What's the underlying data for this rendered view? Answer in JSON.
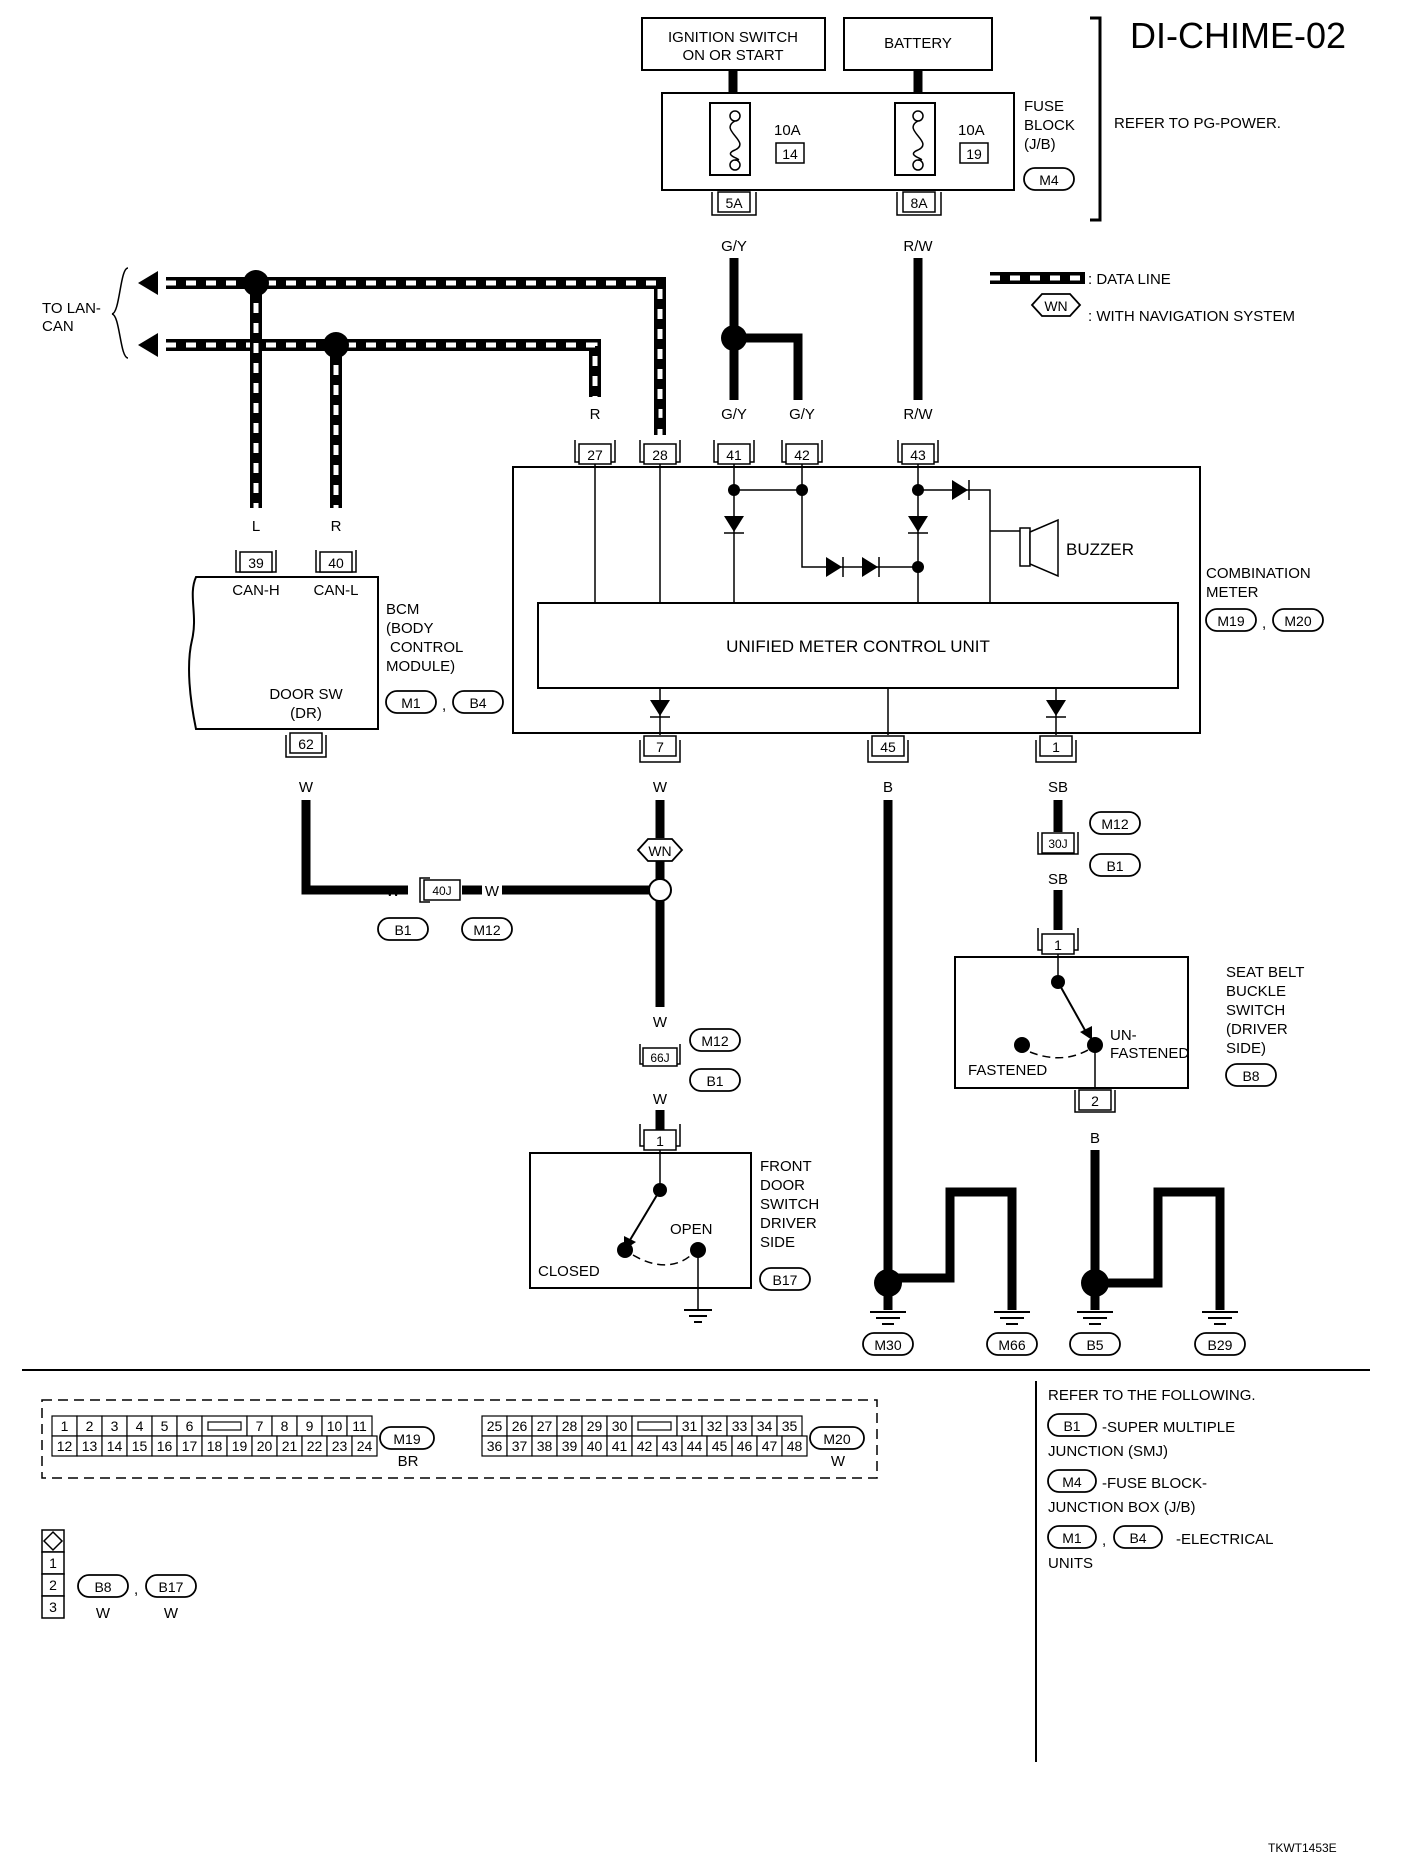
{
  "diagram_id": "DI-CHIME-02",
  "figure_code": "TKWT1453E",
  "power": {
    "ignition": [
      "IGNITION SWITCH",
      "ON OR START"
    ],
    "battery": "BATTERY",
    "fuse_block": [
      "FUSE",
      "BLOCK",
      "(J/B)"
    ],
    "fuse_block_conn": "M4",
    "refer": "REFER TO PG-POWER.",
    "fuse1_amp": "10A",
    "fuse1_no": "14",
    "fuse2_amp": "10A",
    "fuse2_no": "19",
    "fuse1_term": "5A",
    "fuse2_term": "8A"
  },
  "legend": {
    "data_line": ": DATA LINE",
    "wn_tag": "WN",
    "wn": ": WITH NAVIGATION SYSTEM"
  },
  "lan": {
    "label": [
      "TO LAN-",
      "CAN"
    ],
    "l": "L",
    "r": "R"
  },
  "wires": {
    "g_y": "G/Y",
    "r_w": "R/W",
    "r": "R",
    "l": "L",
    "w": "W",
    "b": "B",
    "sb": "SB"
  },
  "combination_meter": {
    "label": [
      "COMBINATION",
      "METER"
    ],
    "connectors": [
      "M19",
      "M20"
    ],
    "unit": "UNIFIED METER CONTROL UNIT",
    "buzzer": "BUZZER",
    "terminals_top": [
      "27",
      "28",
      "41",
      "42",
      "43"
    ],
    "terminals_bottom": [
      "7",
      "45",
      "1"
    ]
  },
  "bcm": {
    "label": [
      "BCM",
      "(BODY",
      "CONTROL",
      "MODULE)"
    ],
    "connectors": [
      "M1",
      "B4"
    ],
    "can_h_term": "39",
    "can_l_term": "40",
    "can_h": "CAN-H",
    "can_l": "CAN-L",
    "door_sw": [
      "DOOR SW",
      "(DR)"
    ],
    "door_term": "62"
  },
  "junctions": {
    "j40": "40J",
    "j40_conns": [
      "B1",
      "M12"
    ],
    "j30": "30J",
    "j30_conns": [
      "M12",
      "B1"
    ],
    "j66": "66J",
    "j66_conns": [
      "M12",
      "B1"
    ]
  },
  "seat_belt": {
    "label": [
      "SEAT BELT",
      "BUCKLE",
      "SWITCH",
      "(DRIVER",
      "SIDE)"
    ],
    "conn": "B8",
    "term_top": "1",
    "term_bottom": "2",
    "fastened": "FASTENED",
    "unfastened": [
      "UN-",
      "FASTENED"
    ]
  },
  "front_door": {
    "label": [
      "FRONT",
      "DOOR",
      "SWITCH",
      "DRIVER",
      "SIDE"
    ],
    "conn": "B17",
    "term": "1",
    "closed": "CLOSED",
    "open": "OPEN"
  },
  "grounds": [
    "M30",
    "M66",
    "B5",
    "B29"
  ],
  "connector_views": {
    "m19_row1": [
      "1",
      "2",
      "3",
      "4",
      "5",
      "6",
      "",
      "7",
      "8",
      "9",
      "10",
      "11"
    ],
    "m19_row2": [
      "12",
      "13",
      "14",
      "15",
      "16",
      "17",
      "18",
      "19",
      "20",
      "21",
      "22",
      "23",
      "24"
    ],
    "m19": "M19",
    "m19_color": "BR",
    "m20_row1": [
      "25",
      "26",
      "27",
      "28",
      "29",
      "30",
      "",
      "31",
      "32",
      "33",
      "34",
      "35"
    ],
    "m20_row2": [
      "36",
      "37",
      "38",
      "39",
      "40",
      "41",
      "42",
      "43",
      "44",
      "45",
      "46",
      "47",
      "48"
    ],
    "m20": "M20",
    "m20_color": "W",
    "small_pins": [
      "1",
      "2",
      "3"
    ],
    "small_conns": [
      "B8",
      "B17"
    ],
    "small_colors": [
      "W",
      "W"
    ]
  },
  "refer_following": {
    "title": "REFER TO THE FOLLOWING.",
    "b1": "B1",
    "b1_text": [
      "-SUPER MULTIPLE",
      "JUNCTION (SMJ)"
    ],
    "m4": "M4",
    "m4_text": [
      "-FUSE BLOCK-",
      "JUNCTION BOX (J/B)"
    ],
    "m1": "M1",
    "b4": "B4",
    "eu_text": [
      "-ELECTRICAL",
      "UNITS"
    ]
  }
}
